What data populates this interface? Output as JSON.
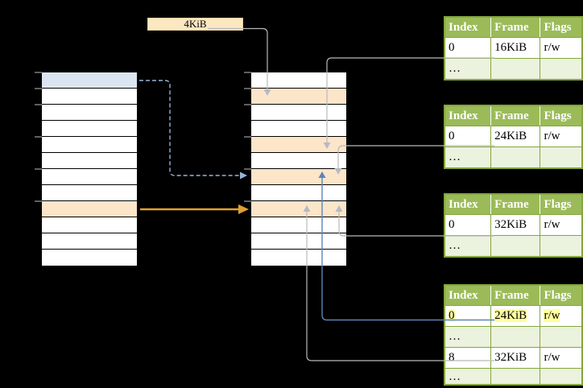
{
  "figure_title": "two-level page table translation diagram",
  "frame_size_label": "4KiB",
  "colors": {
    "background": "#000000",
    "row_white": "#ffffff",
    "row_blue": "#dbe5f1",
    "row_orange": "#fce5c9",
    "label_cream": "#fbe7c1",
    "green_header": "#9bbb59",
    "green_light": "#ebf2dd",
    "green_border": "#84a63c",
    "yellow_highlight": "#ffff9e",
    "gray_line": "#b9b9b9",
    "gray_arrow": "#b4bac6",
    "blue_dashed": "#95b3d7",
    "blue_solid": "#5b84ba",
    "orange_arrow": "#dfa02f",
    "tick_gray": "#7f7f7f"
  },
  "virtual_memory": {
    "rows": [
      "blue",
      "white",
      "white",
      "white",
      "white",
      "white",
      "white",
      "white",
      "orange",
      "white",
      "white",
      "white"
    ]
  },
  "physical_memory": {
    "rows": [
      "white",
      "orange",
      "white",
      "white",
      "orange",
      "white",
      "orange",
      "white",
      "orange",
      "white",
      "white",
      "white"
    ]
  },
  "page_tables": [
    {
      "headers": [
        "Index",
        "Frame",
        "Flags"
      ],
      "rows": [
        {
          "cells": [
            "0",
            "16KiB",
            "r/w"
          ],
          "shaded": false,
          "highlight": false,
          "clipped": false
        },
        {
          "cells": [
            "…",
            "",
            ""
          ],
          "shaded": true,
          "highlight": false,
          "clipped": false
        }
      ]
    },
    {
      "headers": [
        "Index",
        "Frame",
        "Flags"
      ],
      "rows": [
        {
          "cells": [
            "0",
            "24KiB",
            "r/w"
          ],
          "shaded": false,
          "highlight": false,
          "clipped": false
        },
        {
          "cells": [
            "…",
            "",
            ""
          ],
          "shaded": true,
          "highlight": false,
          "clipped": false
        }
      ]
    },
    {
      "headers": [
        "Index",
        "Frame",
        "Flags"
      ],
      "rows": [
        {
          "cells": [
            "0",
            "32KiB",
            "r/w"
          ],
          "shaded": false,
          "highlight": false,
          "clipped": false
        },
        {
          "cells": [
            "…",
            "",
            ""
          ],
          "shaded": true,
          "highlight": false,
          "clipped": false
        }
      ]
    },
    {
      "headers": [
        "Index",
        "Frame",
        "Flags"
      ],
      "rows": [
        {
          "cells": [
            "0",
            "24KiB",
            "r/w"
          ],
          "shaded": false,
          "highlight": true,
          "clipped": false
        },
        {
          "cells": [
            "…",
            "",
            ""
          ],
          "shaded": true,
          "highlight": false,
          "clipped": false
        },
        {
          "cells": [
            "8",
            "32KiB",
            "r/w"
          ],
          "shaded": false,
          "highlight": false,
          "clipped": false
        },
        {
          "cells": [
            "…",
            "",
            ""
          ],
          "shaded": true,
          "highlight": false,
          "clipped": true
        }
      ]
    }
  ]
}
